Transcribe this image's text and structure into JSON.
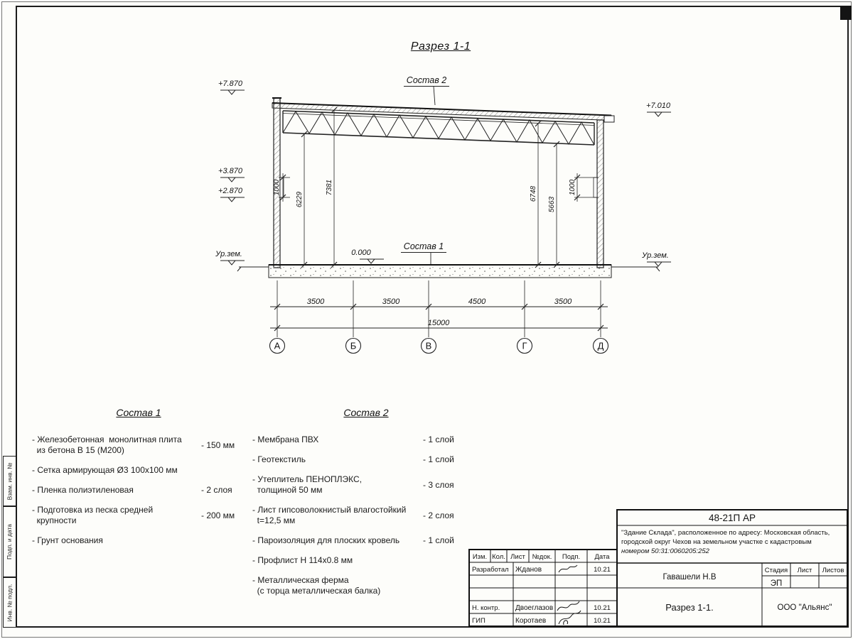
{
  "page": {
    "title": "Разрез 1-1"
  },
  "drawing": {
    "composition2_label": "Состав 2",
    "composition1_label": "Состав 1",
    "zero_level": "0.000",
    "ground_label_left": "Ур.зем.",
    "ground_label_right": "Ур.зем.",
    "elevations": {
      "parapet": "+7.870",
      "mid_upper": "+3.870",
      "mid_lower": "+2.870",
      "roof_right": "+7.010"
    },
    "vertical_dims": {
      "left_1000": "1000",
      "d6229": "6229",
      "d7381": "7381",
      "d6748": "6748",
      "d5663": "5663",
      "right_1000": "1000"
    },
    "horizontal_dims": [
      "3500",
      "3500",
      "4500",
      "3500"
    ],
    "total_dim": "15000",
    "axes": [
      "А",
      "Б",
      "В",
      "Г",
      "Д"
    ]
  },
  "composition1": {
    "title": "Состав 1",
    "items": [
      {
        "text": "- Железобетонная  монолитная плита\n  из бетона В 15 (М200)",
        "value": "- 150 мм"
      },
      {
        "text": "- Сетка армирующая Ø3 100х100 мм",
        "value": ""
      },
      {
        "text": "- Пленка полиэтиленовая",
        "value": "- 2 слоя"
      },
      {
        "text": "- Подготовка из песка средней\n  крупности",
        "value": "- 200 мм"
      },
      {
        "text": "- Грунт основания",
        "value": ""
      }
    ]
  },
  "composition2": {
    "title": "Состав 2",
    "items": [
      {
        "text": "- Мембрана ПВХ",
        "value": "- 1 слой"
      },
      {
        "text": "- Геотекстиль",
        "value": "- 1 слой"
      },
      {
        "text": "- Утеплитель ПЕНОПЛЭКС,\n  толщиной 50 мм",
        "value": "- 3 слоя"
      },
      {
        "text": "- Лист гипсоволокнистый влагостойкий\n  t=12,5 мм",
        "value": "- 2 слоя"
      },
      {
        "text": "- Пароизоляция для плоских кровель",
        "value": "- 1 слой"
      },
      {
        "text": "- Профлист Н 114х0.8 мм",
        "value": ""
      },
      {
        "text": "- Металлическая ферма\n  (с торца металлическая балка)",
        "value": ""
      }
    ]
  },
  "titleblock": {
    "code": "48-21П АР",
    "project_line1": "\"Здание Склада\", расположенное по адресу: Московская область,",
    "project_line2": "городской округ Чехов на земельном участке с кадастровым",
    "project_line3": "номером 50:31:0060205:252",
    "cols": {
      "izm": "Изм.",
      "kol": "Кол.",
      "list": "Лист",
      "ndok": "№док.",
      "podp": "Подп.",
      "data": "Дата"
    },
    "rows": [
      {
        "role": "Разработал",
        "name": "Жданов",
        "date": "10.21"
      },
      {
        "role": "Н. контр.",
        "name": "Двоеглазов",
        "date": "10.21"
      },
      {
        "role": "ГИП",
        "name": "Коротаев",
        "date": "10.21"
      }
    ],
    "author": "Гавашели Н.В",
    "stage_label": "Стадия",
    "list_label": "Лист",
    "listov_label": "Листов",
    "stage": "ЭП",
    "sheet_name": "Разрез 1-1.",
    "org": "ООО \"Альянс\""
  },
  "frame_stamps": {
    "box1": "Взам. инв. №",
    "box2": "Подп. и дата",
    "box3": "Инв. № подл."
  }
}
